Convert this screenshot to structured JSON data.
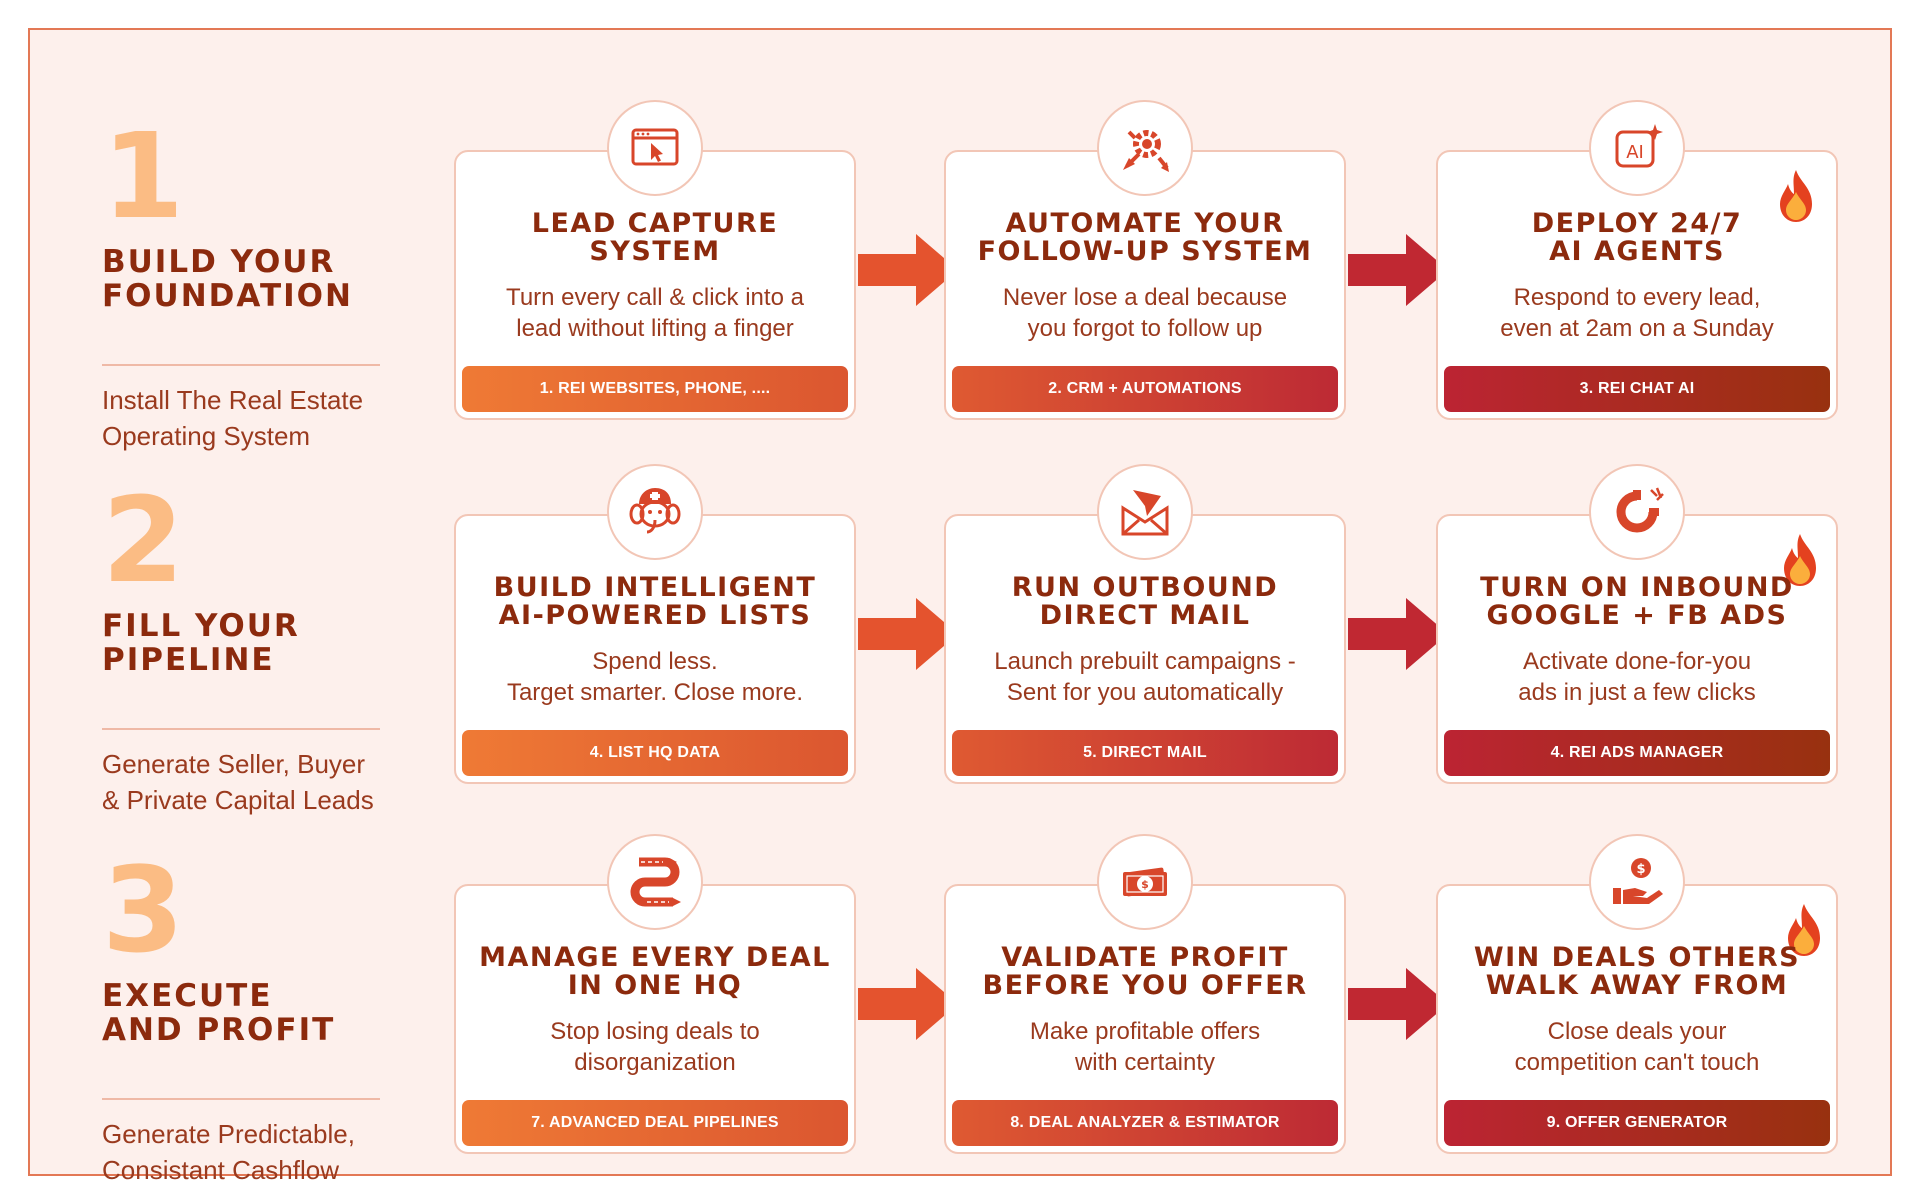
{
  "stages": [
    {
      "number": "1",
      "title": "BUILD YOUR\nFOUNDATION",
      "description": "Install The Real Estate\nOperating System",
      "cards": [
        {
          "title": "LEAD CAPTURE\nSYSTEM",
          "description": "Turn every call & click into a\nlead without lifting a finger",
          "pill": "1. REI WEBSITES, PHONE, ....",
          "icon": "browser-cursor-icon",
          "hot": false
        },
        {
          "title": "AUTOMATE YOUR\nFOLLOW-UP SYSTEM",
          "description": "Never lose a deal because\nyou forgot to follow up",
          "pill": "2. CRM + AUTOMATIONS",
          "icon": "gear-arrows-icon",
          "hot": false
        },
        {
          "title": "DEPLOY 24/7\nAI AGENTS",
          "description": "Respond to every lead,\neven at 2am on a Sunday",
          "pill": "3. REI CHAT AI",
          "icon": "ai-chip-icon",
          "hot": true
        }
      ]
    },
    {
      "number": "2",
      "title": "FILL YOUR\nPIPELINE",
      "description": "Generate Seller, Buyer\n& Private Capital Leads",
      "cards": [
        {
          "title": "BUILD INTELLIGENT\nAI-POWERED LISTS",
          "description": "Spend less.\nTarget smarter. Close more.",
          "pill": "4. LIST HQ DATA",
          "icon": "elephant-mascot-icon",
          "hot": false
        },
        {
          "title": "RUN OUTBOUND\nDIRECT MAIL",
          "description": "Launch prebuilt campaigns -\nSent for you automatically",
          "pill": "5. DIRECT MAIL",
          "icon": "envelope-icon",
          "hot": false
        },
        {
          "title": "TURN ON INBOUND\nGOOGLE + FB ADS",
          "description": "Activate done-for-you\nads in just a few clicks",
          "pill": "4. REI ADS MANAGER",
          "icon": "magnet-icon",
          "hot": true
        }
      ]
    },
    {
      "number": "3",
      "title": "EXECUTE\nAND PROFIT",
      "description": "Generate Predictable,\nConsistant Cashflow",
      "cards": [
        {
          "title": "MANAGE EVERY DEAL\nIN ONE HQ",
          "description": "Stop losing deals to\ndisorganization",
          "pill": "7. ADVANCED DEAL PIPELINES",
          "icon": "pipeline-road-icon",
          "hot": false
        },
        {
          "title": "VALIDATE PROFIT\nBEFORE YOU OFFER",
          "description": "Make profitable offers\nwith certainty",
          "pill": "8. DEAL ANALYZER & ESTIMATOR",
          "icon": "cash-bill-icon",
          "hot": false
        },
        {
          "title": "WIN DEALS OTHERS\nWALK AWAY FROM",
          "description": "Close deals your\ncompetition can't touch",
          "pill": "9. OFFER GENERATOR",
          "icon": "hand-coin-icon",
          "hot": true
        }
      ]
    }
  ],
  "colors": {
    "background": "#fdf0ec",
    "stage_number": "#fbbc84",
    "heading": "#8c2a0d",
    "body_text": "#9a3a1e",
    "arrow_orange": "#e4532e",
    "arrow_red": "#c02832"
  }
}
